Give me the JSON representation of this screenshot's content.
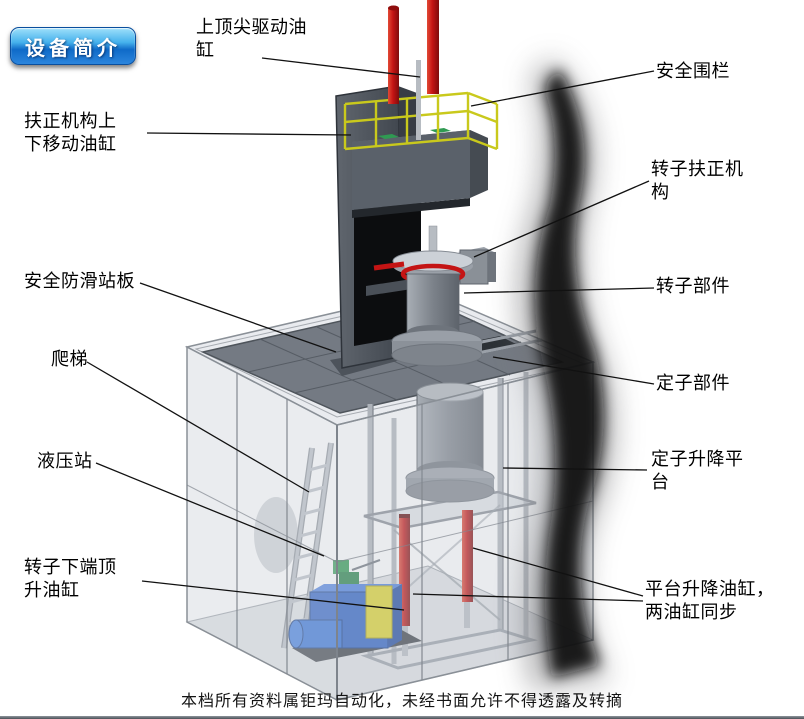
{
  "badge": {
    "label": "设备简介"
  },
  "labels": {
    "top_drive_cylinder": "上顶尖驱动油\n缸",
    "safety_fence": "安全围栏",
    "centering_lift_cylinder": "扶正机构上\n下移动油缸",
    "rotor_centering_mechanism": "转子扶正机\n构",
    "antislip_platform": "安全防滑站板",
    "rotor_component": "转子部件",
    "ladder": "爬梯",
    "stator_component": "定子部件",
    "hydraulic_station": "液压站",
    "stator_lift_platform": "定子升降平\n台",
    "rotor_bottom_jack_cylinder": "转子下端顶\n升油缸",
    "platform_lift_cylinders": "平台升降油缸，\n两油缸同步"
  },
  "footer": {
    "text": "本档所有资料属钜玛自动化，未经书面允许不得透露及转摘"
  },
  "colors": {
    "accent_red": "#c41414",
    "badge_blue": "#1e7fd8",
    "railing_yellow": "#c9c91c",
    "hydraulic_blue": "#2b5fc4",
    "pump_green": "#2f9a52"
  }
}
